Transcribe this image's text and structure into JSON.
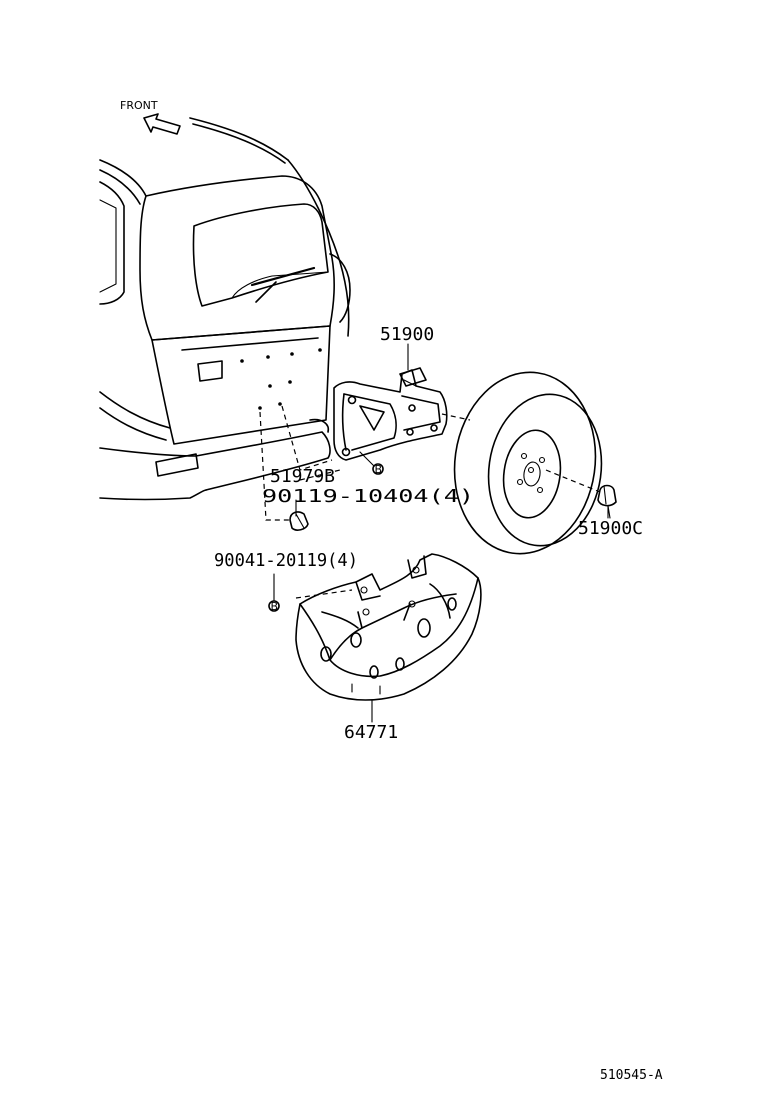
{
  "direction": {
    "label": "FRONT",
    "icon": "front-arrow-icon"
  },
  "parts": {
    "spare_carrier": "51900",
    "carrier_bolt": "90119-10404(4)",
    "plug": "51979B",
    "spare_tire": "51900C",
    "cover_washer": "90041-20119(4)",
    "tire_cover": "64771"
  },
  "badges": {
    "carrier_bolt_marker": "B",
    "cover_washer_marker": "B"
  },
  "illustration_code": "510545-A"
}
